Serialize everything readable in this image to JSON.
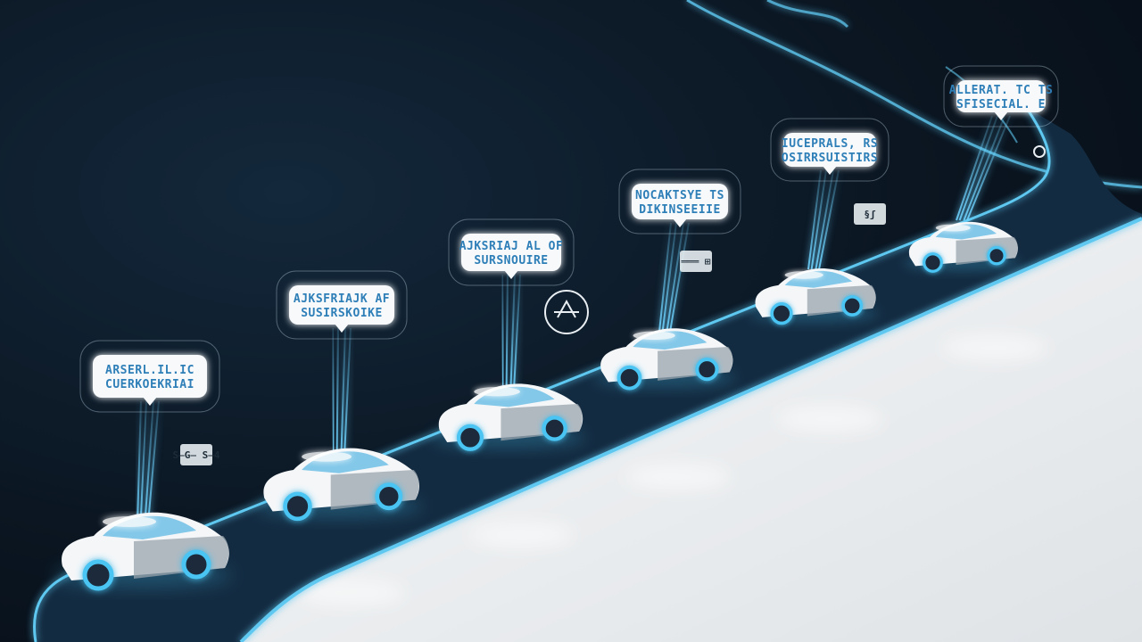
{
  "scene": {
    "colors": {
      "background": "#0b1622",
      "road": "#142c42",
      "road_glow": "#5ec8f0",
      "floor": "#eef0f2",
      "car_body": "#f4f6f8",
      "car_side": "#9aa4ae",
      "wheel_glow": "#49c4f3",
      "bubble_fill": "#f7f9fb",
      "bubble_text": "#2e7fb8",
      "beam": "#6fd3ff"
    },
    "labels": [
      {
        "line1": "ARSERL.IL.IC",
        "line2": "CUERKOEKRIAI"
      },
      {
        "line1": "AJKSFRIAJK AF",
        "line2": "SUSIRSKOIKE"
      },
      {
        "line1": "AJKSRIAJ AL OF",
        "line2": "SURSNOUIRE"
      },
      {
        "line1": "NOCAKTSYE TS",
        "line2": "DIKINSEEIIE"
      },
      {
        "line1": "IUCEPRALS, RS",
        "line2": "OSIRRSUISTIRS"
      },
      {
        "line1": "ALLERAT. TC TS",
        "line2": "SFISECIAL. E"
      }
    ],
    "glyphs": [
      {
        "icon": "scribble-grid-icon",
        "text": "S̶G̶ S̶4"
      },
      {
        "icon": "circle-compass-icon",
        "text": ""
      },
      {
        "icon": "bar-cup-icon",
        "text": "═══ ⊞"
      },
      {
        "icon": "badge-icon",
        "text": "§ʃ"
      },
      {
        "icon": "loop-icon",
        "text": ""
      }
    ],
    "car_count": 6
  }
}
